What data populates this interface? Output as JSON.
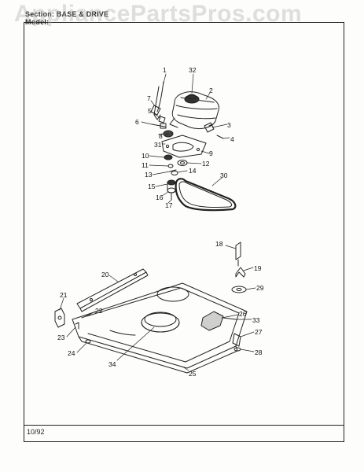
{
  "header": {
    "section_line": "Section:  BASE & DRIVE",
    "model_line": "Model:"
  },
  "watermark": "AppliancePartsPros.com",
  "footer": {
    "date": "10/92"
  },
  "callouts": [
    "1",
    "2",
    "3",
    "4",
    "5",
    "6",
    "7",
    "8",
    "9",
    "10",
    "11",
    "12",
    "13",
    "14",
    "15",
    "16",
    "17",
    "18",
    "19",
    "20",
    "21",
    "22",
    "23",
    "24",
    "25",
    "26",
    "27",
    "28",
    "29",
    "30",
    "31",
    "32",
    "33",
    "34"
  ]
}
